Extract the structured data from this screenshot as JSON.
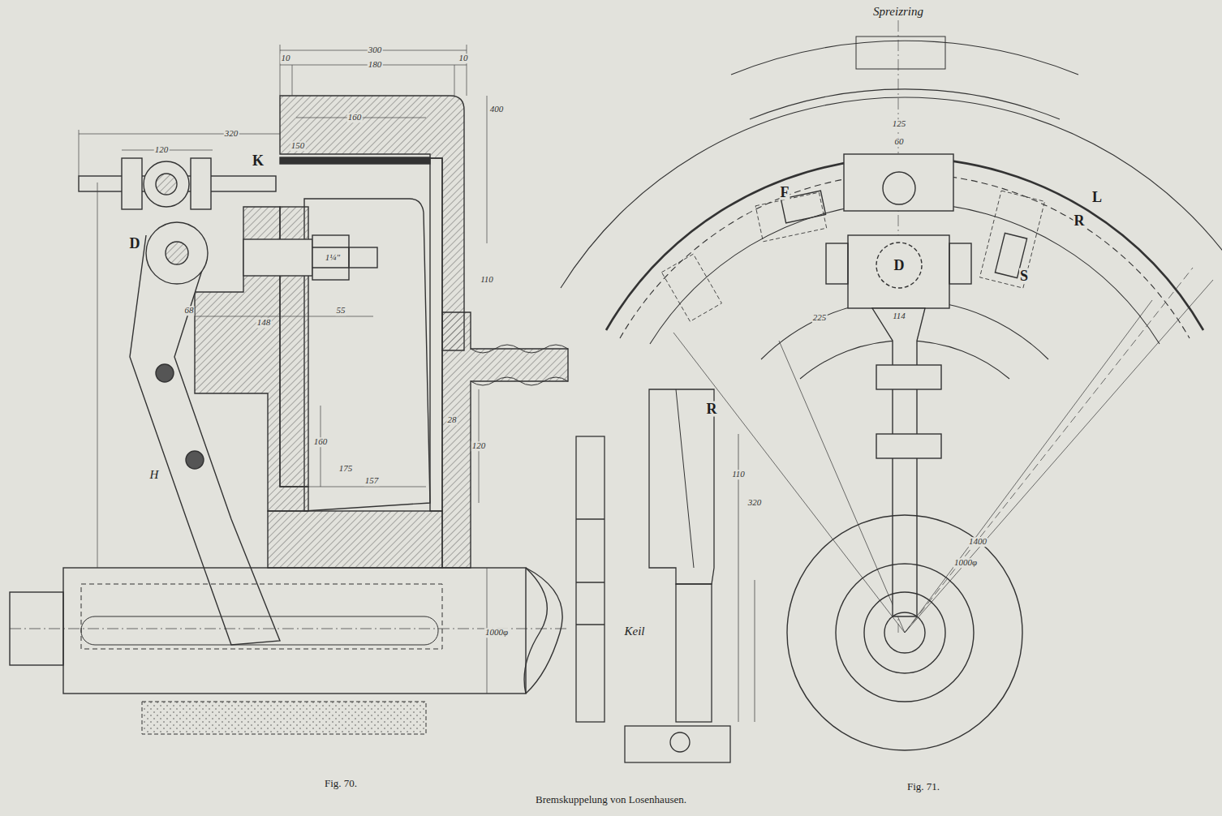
{
  "diagram": {
    "caption": "Bremskuppelung von Losenhausen.",
    "labels": [
      "K",
      "D",
      "H",
      "300",
      "180",
      "10",
      "10",
      "160",
      "150",
      "120",
      "320",
      "400",
      "1¼\"",
      "68",
      "55",
      "148",
      "160",
      "175",
      "157",
      "28",
      "120",
      "110",
      "1000φ",
      "Fig. 70.",
      "Keil",
      "R",
      "320",
      "110",
      "Spreizring",
      "125",
      "60",
      "F",
      "L",
      "R",
      "D",
      "S",
      "114",
      "225",
      "1400",
      "1000φ",
      "Fig. 71."
    ]
  }
}
